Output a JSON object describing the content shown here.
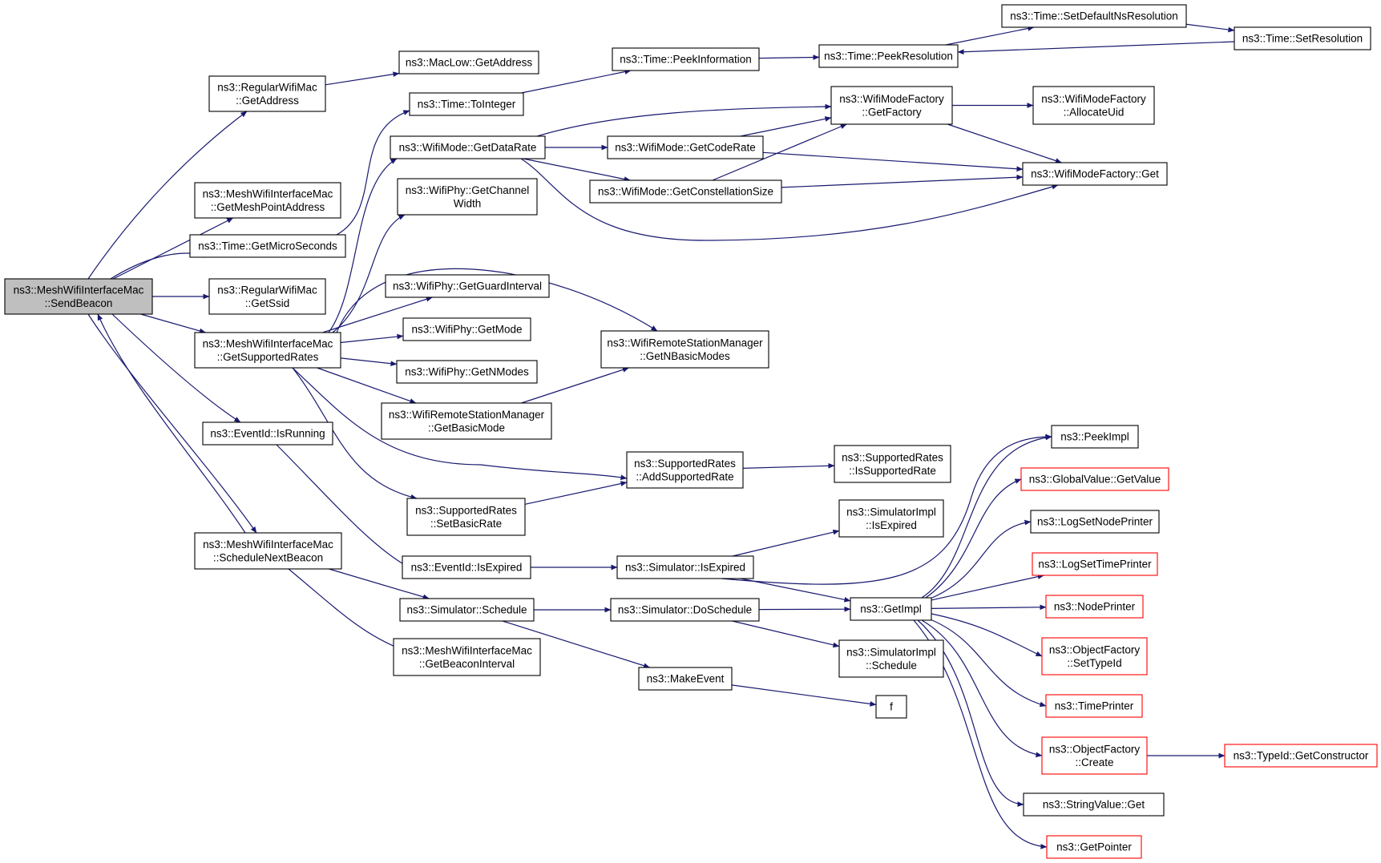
{
  "graph": {
    "edge_color": "#191970",
    "incomplete_border_color": "#ff0000",
    "root_fill_color": "#bfbfbf",
    "nodes": [
      {
        "id": "send_beacon",
        "lines": [
          "ns3::MeshWifiInterfaceMac",
          "::SendBeacon"
        ],
        "style": "root"
      },
      {
        "id": "regular_get_address",
        "lines": [
          "ns3::RegularWifiMac",
          "::GetAddress"
        ],
        "style": "normal"
      },
      {
        "id": "mac_low_get_address",
        "lines": [
          "ns3::MacLow::GetAddress"
        ],
        "style": "normal"
      },
      {
        "id": "get_mesh_point_address",
        "lines": [
          "ns3::MeshWifiInterfaceMac",
          "::GetMeshPointAddress"
        ],
        "style": "normal"
      },
      {
        "id": "time_get_micro_seconds",
        "lines": [
          "ns3::Time::GetMicroSeconds"
        ],
        "style": "normal"
      },
      {
        "id": "time_to_integer",
        "lines": [
          "ns3::Time::ToInteger"
        ],
        "style": "normal"
      },
      {
        "id": "time_peek_information",
        "lines": [
          "ns3::Time::PeekInformation"
        ],
        "style": "normal"
      },
      {
        "id": "time_peek_resolution",
        "lines": [
          "ns3::Time::PeekResolution"
        ],
        "style": "normal"
      },
      {
        "id": "time_set_default_ns_resolution",
        "lines": [
          "ns3::Time::SetDefaultNsResolution"
        ],
        "style": "normal"
      },
      {
        "id": "time_set_resolution",
        "lines": [
          "ns3::Time::SetResolution"
        ],
        "style": "normal"
      },
      {
        "id": "regular_get_ssid",
        "lines": [
          "ns3::RegularWifiMac",
          "::GetSsid"
        ],
        "style": "normal"
      },
      {
        "id": "get_supported_rates",
        "lines": [
          "ns3::MeshWifiInterfaceMac",
          "::GetSupportedRates"
        ],
        "style": "normal"
      },
      {
        "id": "wifi_mode_get_data_rate",
        "lines": [
          "ns3::WifiMode::GetDataRate"
        ],
        "style": "normal"
      },
      {
        "id": "wifi_mode_get_code_rate",
        "lines": [
          "ns3::WifiMode::GetCodeRate"
        ],
        "style": "normal"
      },
      {
        "id": "wifi_mode_get_constellation_size",
        "lines": [
          "ns3::WifiMode::GetConstellationSize"
        ],
        "style": "normal"
      },
      {
        "id": "wifi_mode_factory_get_factory",
        "lines": [
          "ns3::WifiModeFactory",
          "::GetFactory"
        ],
        "style": "normal"
      },
      {
        "id": "wifi_mode_factory_allocate_uid",
        "lines": [
          "ns3::WifiModeFactory",
          "::AllocateUid"
        ],
        "style": "normal"
      },
      {
        "id": "wifi_mode_factory_get",
        "lines": [
          "ns3::WifiModeFactory::Get"
        ],
        "style": "normal"
      },
      {
        "id": "wifi_phy_get_channel_width",
        "lines": [
          "ns3::WifiPhy::GetChannel",
          "Width"
        ],
        "style": "normal"
      },
      {
        "id": "wifi_phy_get_guard_interval",
        "lines": [
          "ns3::WifiPhy::GetGuardInterval"
        ],
        "style": "normal"
      },
      {
        "id": "wifi_phy_get_mode",
        "lines": [
          "ns3::WifiPhy::GetMode"
        ],
        "style": "normal"
      },
      {
        "id": "wifi_phy_get_n_modes",
        "lines": [
          "ns3::WifiPhy::GetNModes"
        ],
        "style": "normal"
      },
      {
        "id": "rsm_get_n_basic_modes",
        "lines": [
          "ns3::WifiRemoteStationManager",
          "::GetNBasicModes"
        ],
        "style": "normal"
      },
      {
        "id": "rsm_get_basic_mode",
        "lines": [
          "ns3::WifiRemoteStationManager",
          "::GetBasicMode"
        ],
        "style": "normal"
      },
      {
        "id": "event_id_is_running",
        "lines": [
          "ns3::EventId::IsRunning"
        ],
        "style": "normal"
      },
      {
        "id": "supported_rates_add",
        "lines": [
          "ns3::SupportedRates",
          "::AddSupportedRate"
        ],
        "style": "normal"
      },
      {
        "id": "supported_rates_is_supported",
        "lines": [
          "ns3::SupportedRates",
          "::IsSupportedRate"
        ],
        "style": "normal"
      },
      {
        "id": "supported_rates_set_basic",
        "lines": [
          "ns3::SupportedRates",
          "::SetBasicRate"
        ],
        "style": "normal"
      },
      {
        "id": "schedule_next_beacon",
        "lines": [
          "ns3::MeshWifiInterfaceMac",
          "::ScheduleNextBeacon"
        ],
        "style": "normal"
      },
      {
        "id": "event_id_is_expired",
        "lines": [
          "ns3::EventId::IsExpired"
        ],
        "style": "normal"
      },
      {
        "id": "simulator_is_expired",
        "lines": [
          "ns3::Simulator::IsExpired"
        ],
        "style": "normal"
      },
      {
        "id": "simulator_impl_is_expired",
        "lines": [
          "ns3::SimulatorImpl",
          "::IsExpired"
        ],
        "style": "normal"
      },
      {
        "id": "simulator_schedule",
        "lines": [
          "ns3::Simulator::Schedule"
        ],
        "style": "normal"
      },
      {
        "id": "simulator_do_schedule",
        "lines": [
          "ns3::Simulator::DoSchedule"
        ],
        "style": "normal"
      },
      {
        "id": "get_impl",
        "lines": [
          "ns3::GetImpl"
        ],
        "style": "normal"
      },
      {
        "id": "simulator_impl_schedule",
        "lines": [
          "ns3::SimulatorImpl",
          "::Schedule"
        ],
        "style": "normal"
      },
      {
        "id": "get_beacon_interval",
        "lines": [
          "ns3::MeshWifiInterfaceMac",
          "::GetBeaconInterval"
        ],
        "style": "normal"
      },
      {
        "id": "make_event",
        "lines": [
          "ns3::MakeEvent"
        ],
        "style": "normal"
      },
      {
        "id": "f",
        "lines": [
          "f"
        ],
        "style": "normal"
      },
      {
        "id": "peek_impl",
        "lines": [
          "ns3::PeekImpl"
        ],
        "style": "normal"
      },
      {
        "id": "global_value_get_value",
        "lines": [
          "ns3::GlobalValue::GetValue"
        ],
        "style": "incomplete"
      },
      {
        "id": "log_set_node_printer",
        "lines": [
          "ns3::LogSetNodePrinter"
        ],
        "style": "normal"
      },
      {
        "id": "log_set_time_printer",
        "lines": [
          "ns3::LogSetTimePrinter"
        ],
        "style": "incomplete"
      },
      {
        "id": "node_printer",
        "lines": [
          "ns3::NodePrinter"
        ],
        "style": "incomplete"
      },
      {
        "id": "object_factory_set_type_id",
        "lines": [
          "ns3::ObjectFactory",
          "::SetTypeId"
        ],
        "style": "incomplete"
      },
      {
        "id": "time_printer",
        "lines": [
          "ns3::TimePrinter"
        ],
        "style": "incomplete"
      },
      {
        "id": "object_factory_create",
        "lines": [
          "ns3::ObjectFactory",
          "::Create"
        ],
        "style": "incomplete"
      },
      {
        "id": "type_id_get_constructor",
        "lines": [
          "ns3::TypeId::GetConstructor"
        ],
        "style": "incomplete"
      },
      {
        "id": "string_value_get",
        "lines": [
          "ns3::StringValue::Get"
        ],
        "style": "normal"
      },
      {
        "id": "get_pointer",
        "lines": [
          "ns3::GetPointer"
        ],
        "style": "incomplete"
      }
    ],
    "edges": [
      {
        "from": "send_beacon",
        "to": "regular_get_address"
      },
      {
        "from": "send_beacon",
        "to": "get_mesh_point_address"
      },
      {
        "from": "send_beacon",
        "to": "time_get_micro_seconds"
      },
      {
        "from": "send_beacon",
        "to": "regular_get_ssid"
      },
      {
        "from": "send_beacon",
        "to": "get_supported_rates"
      },
      {
        "from": "send_beacon",
        "to": "event_id_is_running"
      },
      {
        "from": "send_beacon",
        "to": "schedule_next_beacon"
      },
      {
        "from": "schedule_next_beacon",
        "to": "send_beacon"
      },
      {
        "from": "regular_get_address",
        "to": "mac_low_get_address"
      },
      {
        "from": "time_get_micro_seconds",
        "to": "time_to_integer"
      },
      {
        "from": "time_to_integer",
        "to": "time_peek_information"
      },
      {
        "from": "time_peek_information",
        "to": "time_peek_resolution"
      },
      {
        "from": "time_peek_resolution",
        "to": "time_set_default_ns_resolution"
      },
      {
        "from": "time_set_default_ns_resolution",
        "to": "time_set_resolution"
      },
      {
        "from": "time_set_resolution",
        "to": "time_peek_resolution"
      },
      {
        "from": "get_supported_rates",
        "to": "wifi_mode_get_data_rate"
      },
      {
        "from": "get_supported_rates",
        "to": "wifi_phy_get_channel_width"
      },
      {
        "from": "get_supported_rates",
        "to": "wifi_phy_get_guard_interval"
      },
      {
        "from": "get_supported_rates",
        "to": "wifi_phy_get_mode"
      },
      {
        "from": "get_supported_rates",
        "to": "wifi_phy_get_n_modes"
      },
      {
        "from": "get_supported_rates",
        "to": "rsm_get_n_basic_modes"
      },
      {
        "from": "get_supported_rates",
        "to": "rsm_get_basic_mode"
      },
      {
        "from": "get_supported_rates",
        "to": "supported_rates_add"
      },
      {
        "from": "get_supported_rates",
        "to": "supported_rates_set_basic"
      },
      {
        "from": "wifi_mode_get_data_rate",
        "to": "wifi_mode_get_code_rate"
      },
      {
        "from": "wifi_mode_get_data_rate",
        "to": "wifi_mode_get_constellation_size"
      },
      {
        "from": "wifi_mode_get_data_rate",
        "to": "wifi_mode_factory_get_factory"
      },
      {
        "from": "wifi_mode_get_data_rate",
        "to": "wifi_mode_factory_get"
      },
      {
        "from": "wifi_mode_get_code_rate",
        "to": "wifi_mode_factory_get_factory"
      },
      {
        "from": "wifi_mode_get_code_rate",
        "to": "wifi_mode_factory_get"
      },
      {
        "from": "wifi_mode_get_constellation_size",
        "to": "wifi_mode_factory_get_factory"
      },
      {
        "from": "wifi_mode_get_constellation_size",
        "to": "wifi_mode_factory_get"
      },
      {
        "from": "wifi_mode_factory_get_factory",
        "to": "wifi_mode_factory_allocate_uid"
      },
      {
        "from": "wifi_mode_factory_get_factory",
        "to": "wifi_mode_factory_get"
      },
      {
        "from": "rsm_get_basic_mode",
        "to": "rsm_get_n_basic_modes"
      },
      {
        "from": "supported_rates_set_basic",
        "to": "supported_rates_add"
      },
      {
        "from": "supported_rates_add",
        "to": "supported_rates_is_supported"
      },
      {
        "from": "event_id_is_running",
        "to": "event_id_is_expired"
      },
      {
        "from": "event_id_is_expired",
        "to": "simulator_is_expired"
      },
      {
        "from": "simulator_is_expired",
        "to": "simulator_impl_is_expired"
      },
      {
        "from": "simulator_is_expired",
        "to": "get_impl"
      },
      {
        "from": "simulator_is_expired",
        "to": "peek_impl"
      },
      {
        "from": "schedule_next_beacon",
        "to": "simulator_schedule"
      },
      {
        "from": "schedule_next_beacon",
        "to": "get_beacon_interval"
      },
      {
        "from": "simulator_schedule",
        "to": "simulator_do_schedule"
      },
      {
        "from": "simulator_schedule",
        "to": "make_event"
      },
      {
        "from": "simulator_do_schedule",
        "to": "get_impl"
      },
      {
        "from": "simulator_do_schedule",
        "to": "simulator_impl_schedule"
      },
      {
        "from": "make_event",
        "to": "f"
      },
      {
        "from": "get_impl",
        "to": "peek_impl"
      },
      {
        "from": "get_impl",
        "to": "global_value_get_value"
      },
      {
        "from": "get_impl",
        "to": "log_set_node_printer"
      },
      {
        "from": "get_impl",
        "to": "log_set_time_printer"
      },
      {
        "from": "get_impl",
        "to": "node_printer"
      },
      {
        "from": "get_impl",
        "to": "object_factory_set_type_id"
      },
      {
        "from": "get_impl",
        "to": "time_printer"
      },
      {
        "from": "get_impl",
        "to": "object_factory_create"
      },
      {
        "from": "get_impl",
        "to": "string_value_get"
      },
      {
        "from": "get_impl",
        "to": "get_pointer"
      },
      {
        "from": "object_factory_create",
        "to": "type_id_get_constructor"
      }
    ]
  }
}
